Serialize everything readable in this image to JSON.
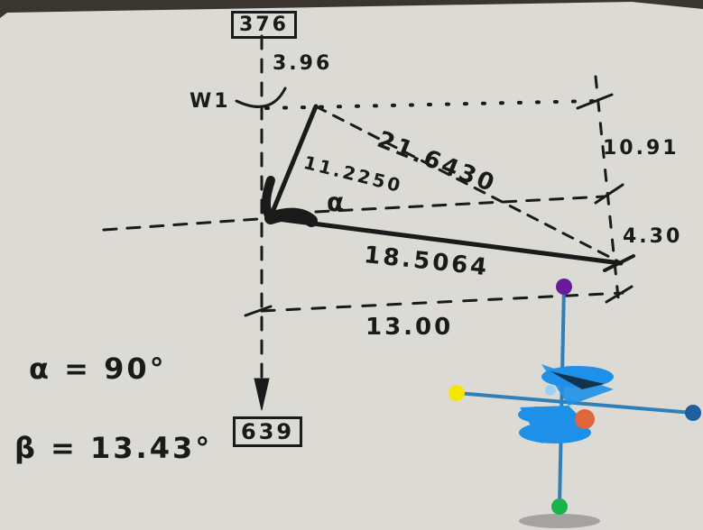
{
  "photo": {
    "paper_color": "#dcdad4",
    "ink_color": "#1a1a1a",
    "labels": {
      "top_box": "376",
      "angle_top": "3.96",
      "w1": "W1",
      "diag": "21.6430",
      "side": "10.91",
      "arm": "11.2250",
      "alpha": "α",
      "right_small": "4.30",
      "long": "18.5064",
      "bottom_len": "13.00",
      "alpha_eq": "α = 90°",
      "beta_eq": "β = 13.43°",
      "bottom_box": "639"
    }
  },
  "model": {
    "colors": {
      "axis": "#2f7fb8",
      "cone": "#1e90e8",
      "purple": "#6a1b9a",
      "yellow": "#f5e600",
      "green": "#18b34a",
      "blue": "#1f5fa0",
      "orange": "#e0663a"
    }
  }
}
